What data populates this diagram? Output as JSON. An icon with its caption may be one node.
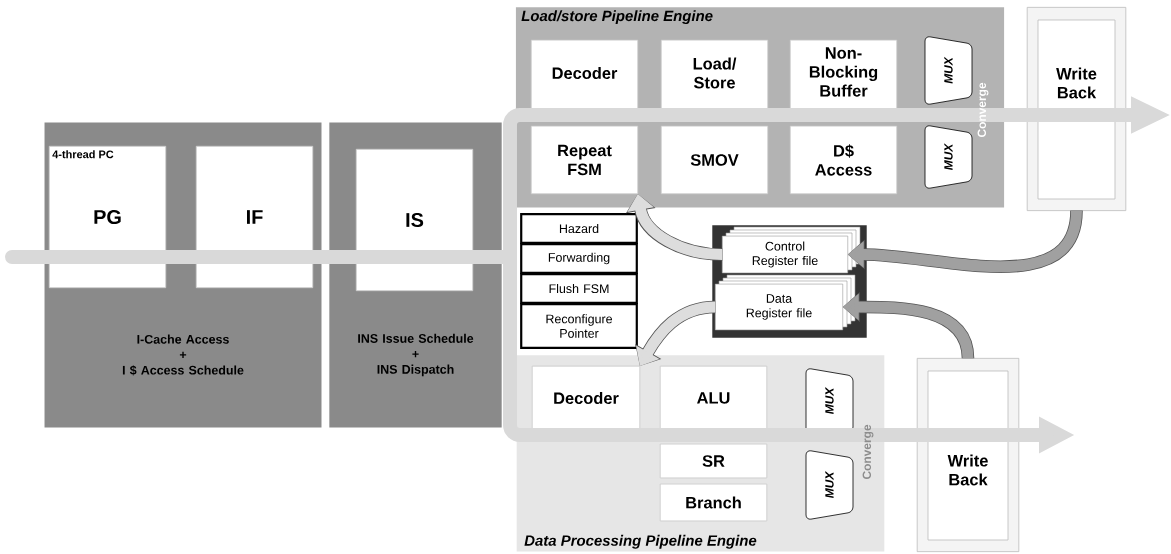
{
  "diagram": {
    "nodes": [
      {
        "text": [
          "I-Cache Access",
          "+",
          "I $ Access Schedule"
        ]
      },
      {
        "text": [
          "4-thread PC",
          "PG"
        ],
        "in": 0
      },
      {
        "text": [
          "IF"
        ],
        "in": 0
      },
      {
        "text": [
          "INS Issue Schedule",
          "+",
          "INS Dispatch"
        ]
      },
      {
        "text": [
          "IS"
        ],
        "in": 3
      },
      {
        "text": [
          "Load/store Pipeline Engine"
        ]
      },
      {
        "text": [
          "Decoder"
        ],
        "in": 5
      },
      {
        "text": [
          "Load/ Store"
        ],
        "in": 5
      },
      {
        "text": [
          "Non- Blocking Buffer"
        ],
        "in": 5
      },
      {
        "text": [
          "MUX"
        ],
        "in": 5
      },
      {
        "text": [
          "Repeat FSM"
        ],
        "in": 5
      },
      {
        "text": [
          "SMOV"
        ],
        "in": 5
      },
      {
        "text": [
          "D$ Access"
        ],
        "in": 5
      },
      {
        "text": [
          "MUX"
        ],
        "in": 5
      },
      {
        "text": [
          "Write Back"
        ]
      },
      {
        "text": [
          "Hazard"
        ]
      },
      {
        "text": [
          "Forwarding"
        ]
      },
      {
        "text": [
          "Flush FSM"
        ]
      },
      {
        "text": [
          "Reconfigure Pointer"
        ]
      },
      {
        "text": [],
        "shape": "box"
      },
      {
        "text": [
          "Control Register file"
        ],
        "in": 19
      },
      {
        "text": [
          "Data Register file"
        ],
        "in": 19
      },
      {
        "text": [
          "Data Processing Pipeline Engine"
        ]
      },
      {
        "text": [
          "Decoder"
        ],
        "in": 22
      },
      {
        "text": [
          "ALU"
        ],
        "in": 22
      },
      {
        "text": [
          "MUX"
        ],
        "in": 22
      },
      {
        "text": [
          "SR"
        ],
        "in": 22
      },
      {
        "text": [
          "MUX"
        ],
        "in": 22
      },
      {
        "text": [
          "Branch"
        ],
        "in": 22
      },
      {
        "text": [
          "Write Back"
        ]
      }
    ],
    "edges": [
      {
        "from": 20,
        "to": 10,
        "arrow": "to",
        "color": "#dddddd"
      },
      {
        "from": 21,
        "to": 23,
        "arrow": "to",
        "color": "#dddddd"
      },
      {
        "from": 14,
        "to": 20,
        "arrow": "to",
        "color": "#a0a0a0"
      },
      {
        "from": 29,
        "to": 21,
        "arrow": "to",
        "color": "#a0a0a0"
      }
    ],
    "labels": [
      "Converge",
      "Converge"
    ]
  }
}
